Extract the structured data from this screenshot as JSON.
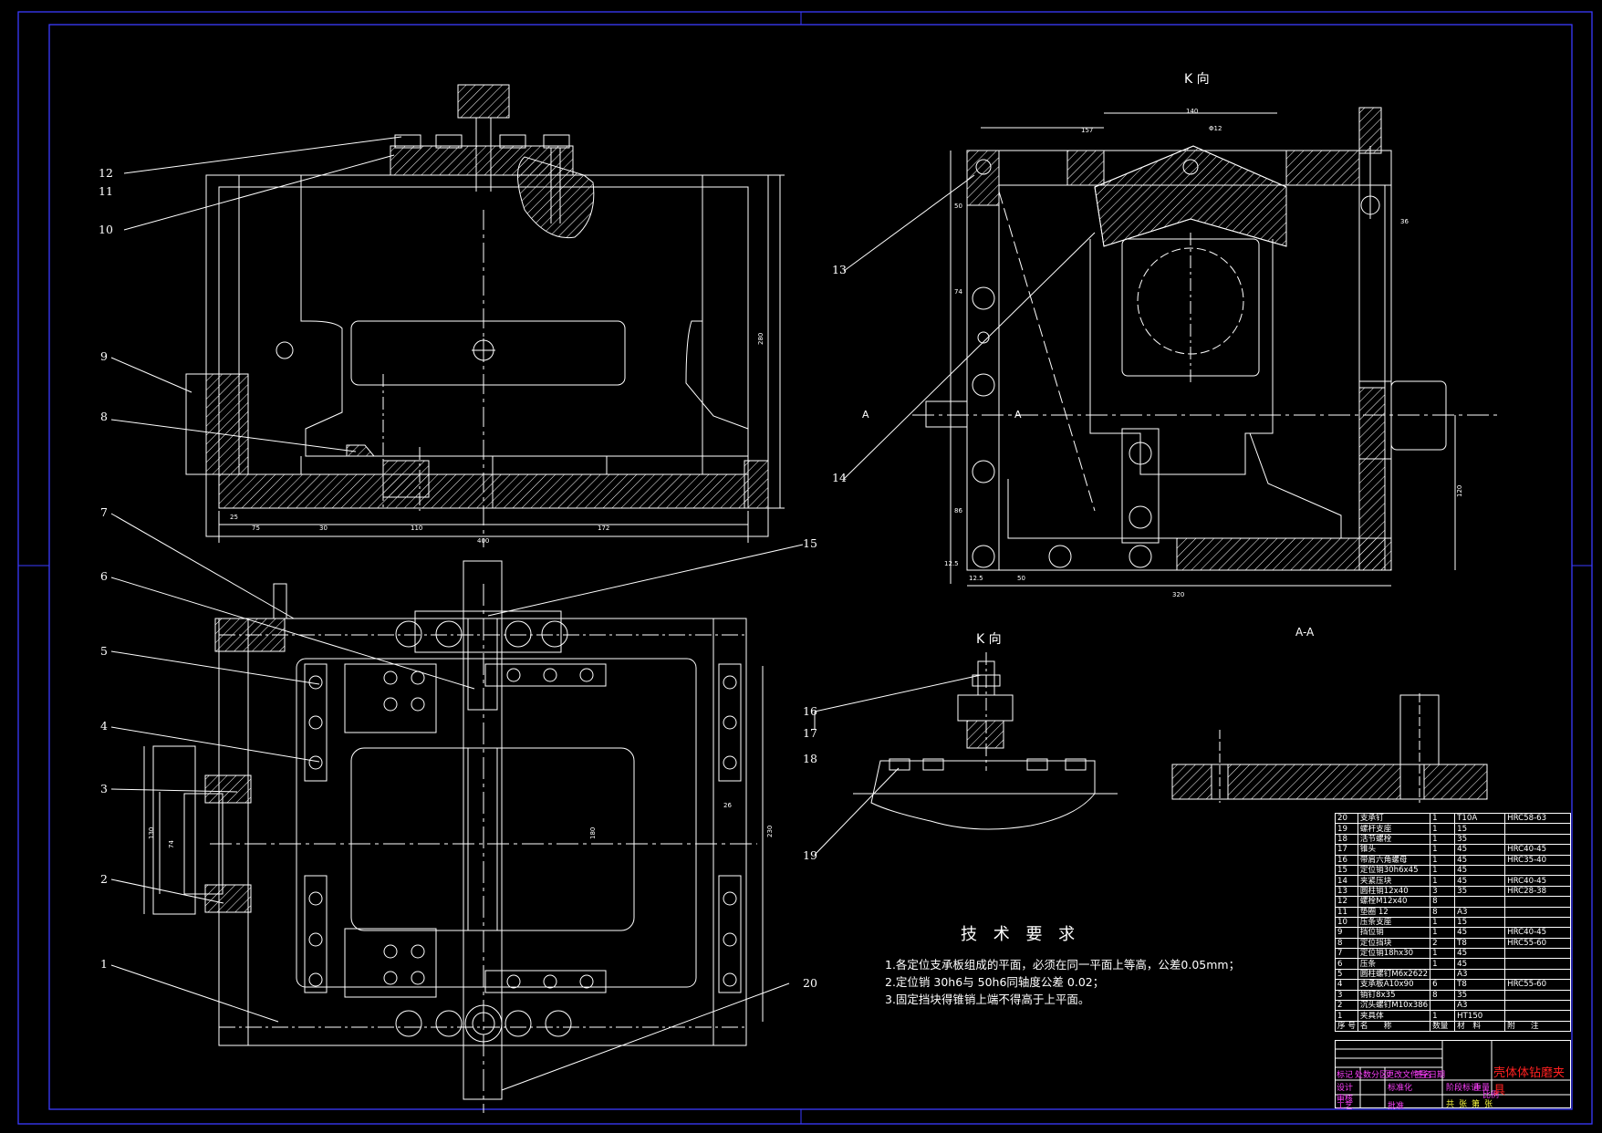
{
  "colors": {
    "background": "#000000",
    "line": "#ffffff",
    "frame": "#3a3aff",
    "title_text": "#ff2020",
    "magenta": "#ff40ff",
    "yellow": "#ffff40"
  },
  "views": {
    "k_view_top": "K 向",
    "k_view_small": "K 向",
    "section_aa": "A-A",
    "section_mark": "A"
  },
  "leaders": [
    "1",
    "2",
    "3",
    "4",
    "5",
    "6",
    "7",
    "8",
    "9",
    "10",
    "11",
    "12",
    "13",
    "14",
    "15",
    "16",
    "17",
    "18",
    "19",
    "20"
  ],
  "dimensions": {
    "top_view": [
      "25",
      "75",
      "30",
      "110",
      "172",
      "400",
      "280"
    ],
    "k_view": [
      "157",
      "140",
      "Φ12",
      "50",
      "74",
      "36",
      "86",
      "12.5",
      "12.5",
      "50",
      "320",
      "120"
    ],
    "plan_view": [
      "130",
      "74",
      "180",
      "230",
      "26"
    ]
  },
  "tech_requirements": {
    "title": "技 术 要 求",
    "items": [
      "1.各定位支承板组成的平面，必须在同一平面上等高，公差0.05mm；",
      "2.定位销 30h6与 50h6同轴度公差 0.02；",
      "3.固定挡块得锥销上端不得高于上平面。"
    ]
  },
  "bom": {
    "rows": [
      [
        "20",
        "支承钉",
        "1",
        "T10A",
        "HRC58-63"
      ],
      [
        "19",
        "螺杆支座",
        "1",
        "15",
        ""
      ],
      [
        "18",
        "活节螺栓",
        "1",
        "35",
        ""
      ],
      [
        "17",
        "锥头",
        "1",
        "45",
        "HRC40-45"
      ],
      [
        "16",
        "带肩六角螺母",
        "1",
        "45",
        "HRC35-40"
      ],
      [
        "15",
        "定位销30h6x45",
        "1",
        "45",
        ""
      ],
      [
        "14",
        "夹紧压块",
        "1",
        "45",
        "HRC40-45"
      ],
      [
        "13",
        "圆柱销12x40",
        "3",
        "35",
        "HRC28-38"
      ],
      [
        "12",
        "螺栓M12x40",
        "8",
        "",
        ""
      ],
      [
        "11",
        "垫圈 12",
        "8",
        "A3",
        ""
      ],
      [
        "10",
        "压条支座",
        "1",
        "15",
        ""
      ],
      [
        "9",
        "挡位销",
        "1",
        "45",
        "HRC40-45"
      ],
      [
        "8",
        "定位挡块",
        "2",
        "T8",
        "HRC55-60"
      ],
      [
        "7",
        "定位销18hx30",
        "1",
        "45",
        ""
      ],
      [
        "6",
        "压条",
        "1",
        "45",
        ""
      ],
      [
        "5",
        "圆柱螺钉M6x2622",
        "",
        "A3",
        ""
      ],
      [
        "4",
        "支承板A10x90",
        "6",
        "T8",
        "HRC55-60"
      ],
      [
        "3",
        "销钉8x35",
        "8",
        "35",
        ""
      ],
      [
        "2",
        "沉头螺钉M10x386",
        "",
        "A3",
        ""
      ],
      [
        "1",
        "夹具体",
        "1",
        "HT150",
        ""
      ]
    ],
    "header": [
      "序 号",
      "名　　称",
      "数量",
      "材　料",
      "附　　注"
    ]
  },
  "title_block": {
    "title": "壳体体钻磨夹具",
    "labels": [
      "标记",
      "处数",
      "分区",
      "更改文件号",
      "签名",
      "日期",
      "设计",
      "标准化",
      "阶段标记",
      "重量",
      "比例",
      "审核",
      "工艺",
      "批准",
      "共",
      "张",
      "第",
      "张"
    ]
  }
}
